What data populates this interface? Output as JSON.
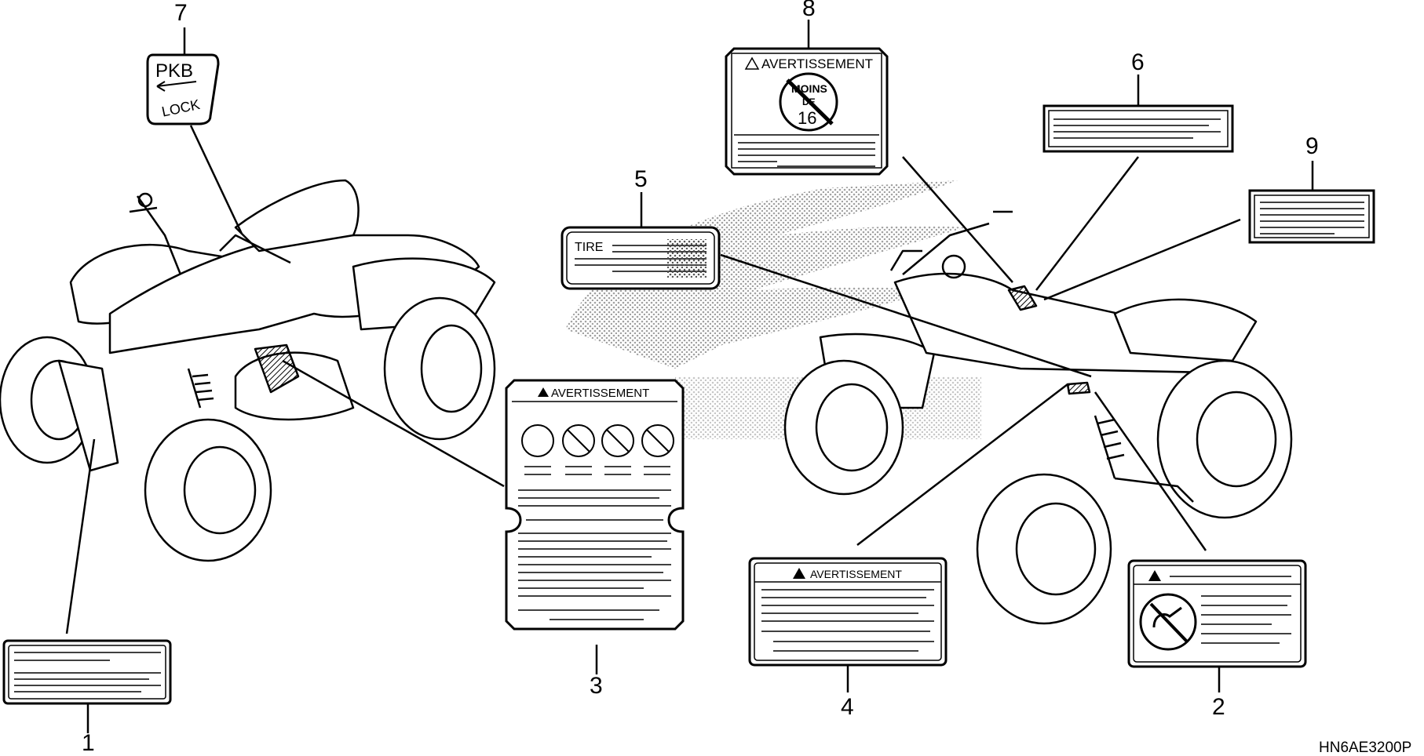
{
  "callouts": [
    {
      "id": "c1",
      "text": "1"
    },
    {
      "id": "c2",
      "text": "2"
    },
    {
      "id": "c3",
      "text": "3"
    },
    {
      "id": "c4",
      "text": "4"
    },
    {
      "id": "c5",
      "text": "5"
    },
    {
      "id": "c6",
      "text": "6"
    },
    {
      "id": "c7",
      "text": "7"
    },
    {
      "id": "c8",
      "text": "8"
    },
    {
      "id": "c9",
      "text": "9"
    }
  ],
  "labels": {
    "warning_word": "AVERTISSEMENT",
    "tire": "TIRE",
    "pkb_line1": "PKB",
    "pkb_line2": "LOCK",
    "age_line1": "MOINS",
    "age_line2": "DE",
    "age_line3": "16"
  },
  "diagram_code": "HN6AE3200P",
  "icons": [
    "warning-triangle-icon",
    "no-rider-age-icon",
    "no-wrench-icon",
    "prohibition-circle-icon",
    "left-arrow-icon"
  ]
}
